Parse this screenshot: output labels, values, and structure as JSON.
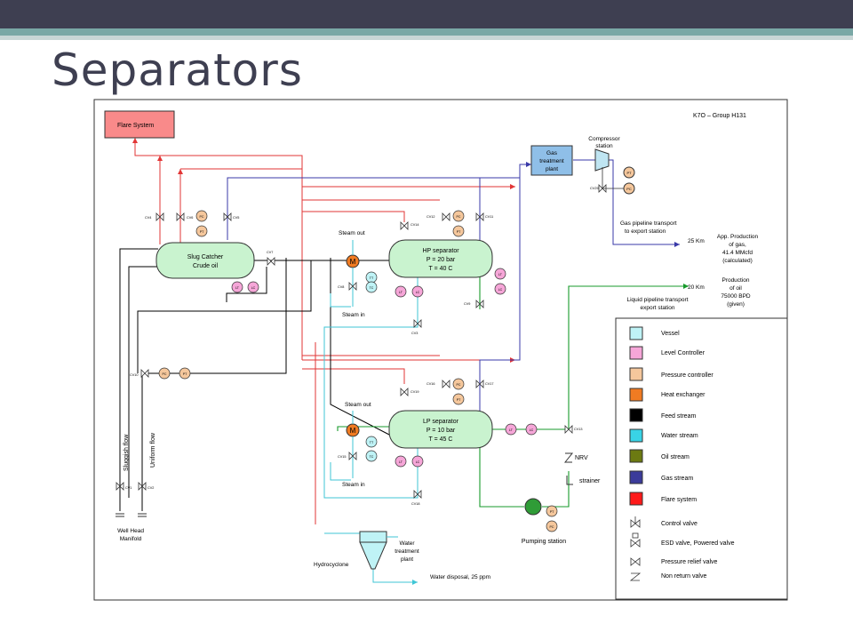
{
  "slide": {
    "title": "Separators"
  },
  "diagram": {
    "header": "K7O – Group H131",
    "flare": "Flare System",
    "slug": [
      "Slug Catcher",
      "Crude oil"
    ],
    "hp": [
      "HP separator",
      "P = 20 bar",
      "T = 40 C"
    ],
    "lp": [
      "LP separator",
      "P = 10 bar",
      "T = 45 C"
    ],
    "gasplant": [
      "Gas",
      "treatment",
      "plant"
    ],
    "compressor": [
      "Compressor",
      "station"
    ],
    "gas_pipeline": [
      "Gas pipeline transport",
      "to export station"
    ],
    "gas_km": "25 Km",
    "gas_prod": [
      "App. Production",
      "of gas,",
      "41.4 MMcfd",
      "(calculated)"
    ],
    "oil_km": "20 Km",
    "oil_prod": [
      "Production",
      "of oil",
      "75000 BPD",
      "(given)"
    ],
    "liquid_pipeline": [
      "Liquid pipeline transport",
      "export station"
    ],
    "steam_out": "Steam out",
    "steam_in": "Steam in",
    "nrv": "NRV",
    "strainer": "strainer",
    "pumping": "Pumping station",
    "hydrocyclone": "Hydrocyclone",
    "water_treatment": [
      "Water",
      "treatment",
      "plant"
    ],
    "water_disposal": "Water disposal, 25 ppm",
    "well_head": [
      "Well Head",
      "Manifold"
    ],
    "sluggish": "Sluggish flow",
    "uniform": "Uniform flow",
    "m": "M",
    "tags": {
      "lt": "LT",
      "lc": "LC",
      "pt": "PT",
      "pc": "PC",
      "tt": "TT",
      "tc": "TC",
      "cv1": "CV1",
      "cv2": "CV2",
      "cv3": "CV3",
      "cv4": "CV4",
      "cv5": "CV5",
      "cv6": "CV6",
      "cv7": "CV7",
      "cv8": "CV8",
      "cv9": "CV9",
      "cv10": "CV10",
      "cv11": "CV11",
      "cv12": "CV12",
      "cv13": "CV13",
      "cv14": "CV14",
      "cv15": "CV15",
      "cv16": "CV16",
      "cv17": "CV17",
      "cv18": "CV18",
      "cv19": "CV19",
      "cv20": "CV20"
    },
    "legend": {
      "vessel": "Vessel",
      "level": "Level Controller",
      "pressure": "Pressure controller",
      "heat": "Heat exchanger",
      "feed": "Feed stream",
      "water": "Water stream",
      "oil": "Oil stream",
      "gas": "Gas stream",
      "flare": "Flare system",
      "control_valve": "Control valve",
      "esd": "ESD valve, Powered valve",
      "relief": "Pressure relief valve",
      "nonreturn": "Non return valve"
    },
    "colors": {
      "vessel": "#c9f3cf",
      "level": "#f6a6d8",
      "pressure": "#f5c79c",
      "heat": "#f07b22",
      "feed": "#000000",
      "water": "#39d3e6",
      "oil": "#6c7a12",
      "gas": "#3b3b9a",
      "flare": "#ff1a1a",
      "legend_vessel": "#bff3f6",
      "oil_line": "#179a2b",
      "water_line": "#3fc6d6",
      "gas_line": "#3a3aa8",
      "flare_line": "#e23636"
    }
  }
}
